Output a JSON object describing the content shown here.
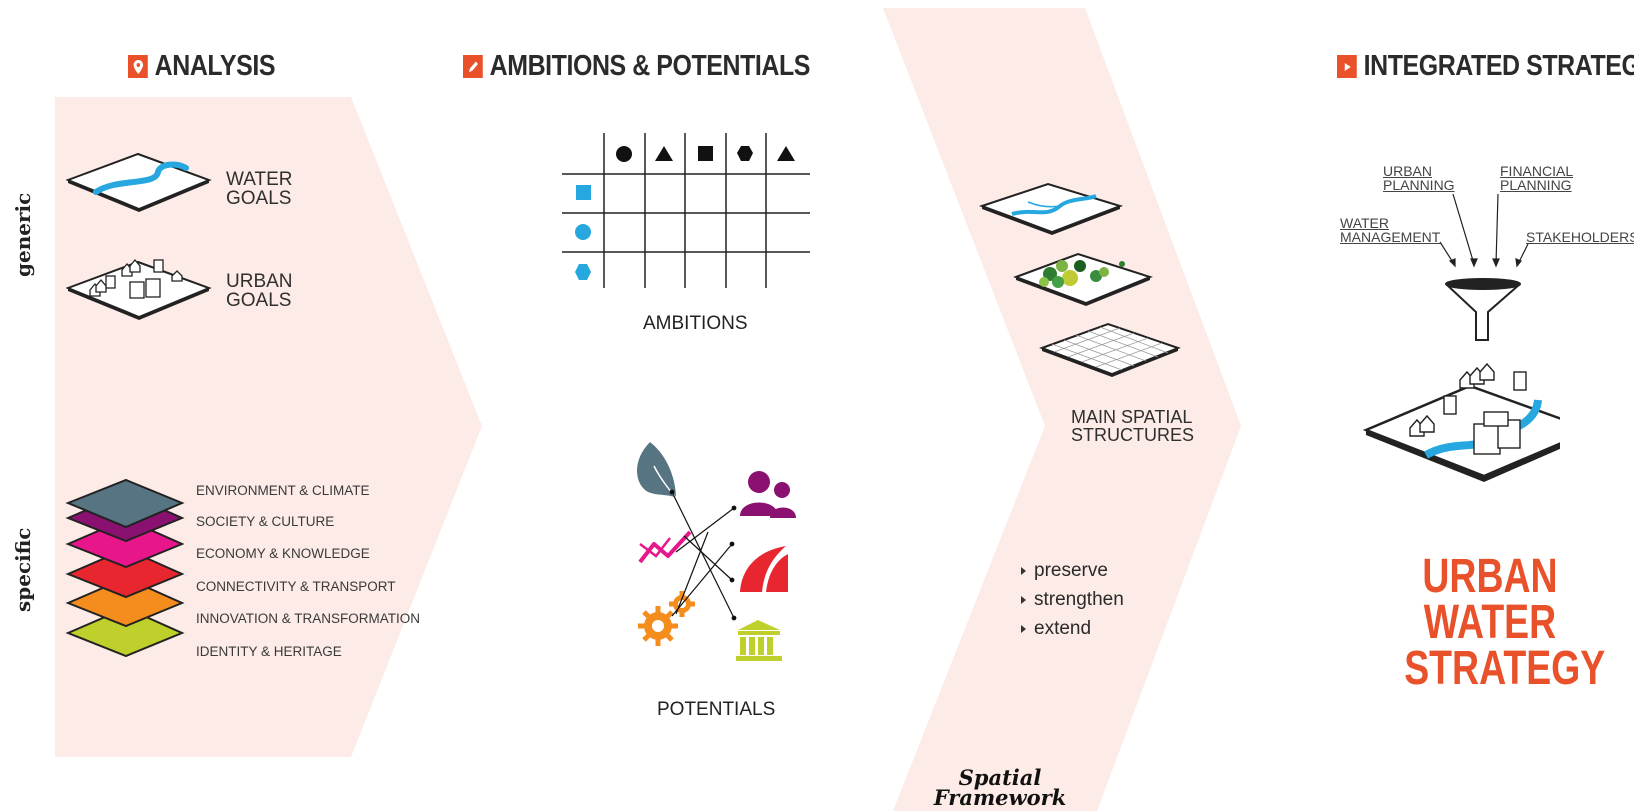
{
  "headings": {
    "analysis": "ANALYSIS",
    "ambitions": "AMBITIONS & POTENTIALS",
    "strategy": "INTEGRATED STRATEGY"
  },
  "side_labels": {
    "generic": "generic",
    "specific": "specific"
  },
  "analysis": {
    "water_goals": [
      "WATER",
      "GOALS"
    ],
    "urban_goals": [
      "URBAN",
      "GOALS"
    ],
    "layers": [
      {
        "label": "ENVIRONMENT & CLIMATE",
        "color": "#577482"
      },
      {
        "label": "SOCIETY & CULTURE",
        "color": "#8a1170"
      },
      {
        "label": "ECONOMY & KNOWLEDGE",
        "color": "#e8168b"
      },
      {
        "label": "CONNECTIVITY & TRANSPORT",
        "color": "#e8262f"
      },
      {
        "label": "INNOVATION & TRANSFORMATION",
        "color": "#f48d1e"
      },
      {
        "label": "IDENTITY & HERITAGE",
        "color": "#bfcf2c"
      }
    ]
  },
  "ambitions": {
    "caption": "AMBITIONS"
  },
  "potentials": {
    "caption": "POTENTIALS"
  },
  "spatial": {
    "caption": [
      "MAIN SPATIAL",
      "STRUCTURES"
    ],
    "bullets": [
      "preserve",
      "strengthen",
      "extend"
    ],
    "framework": [
      "Spatial",
      "Framework"
    ]
  },
  "strategy": {
    "urban_planning": [
      "URBAN",
      "PLANNING"
    ],
    "financial_planning": [
      "FINANCIAL",
      "PLANNING"
    ],
    "water_management": [
      "WATER",
      "MANAGEMENT"
    ],
    "stakeholders": "STAKEHOLDERS",
    "result": [
      "URBAN",
      "WATER",
      "STRATEGY"
    ]
  },
  "colors": {
    "accent": "#e8512a",
    "panel": "#fcebe6",
    "water_blue": "#26a7df"
  }
}
